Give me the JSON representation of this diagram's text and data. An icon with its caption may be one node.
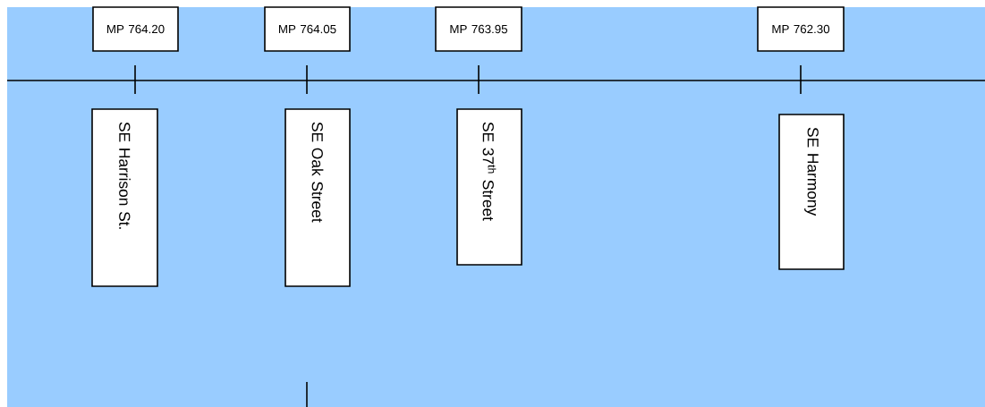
{
  "diagram": {
    "nodes": [
      {
        "text": [
          "MP 764.20"
        ]
      },
      {
        "text": [
          "MP 764.05"
        ]
      },
      {
        "text": [
          "MP 763.95"
        ]
      },
      {
        "text": [
          "MP 762.30"
        ]
      },
      {
        "text": [
          "SE Harrison St."
        ]
      },
      {
        "text": [
          "SE Oak Street"
        ]
      },
      {
        "text": [
          "SE 37$^{th}$ Street"
        ]
      },
      {
        "text": [
          "SE Harmony"
        ]
      }
    ],
    "edges": []
  }
}
